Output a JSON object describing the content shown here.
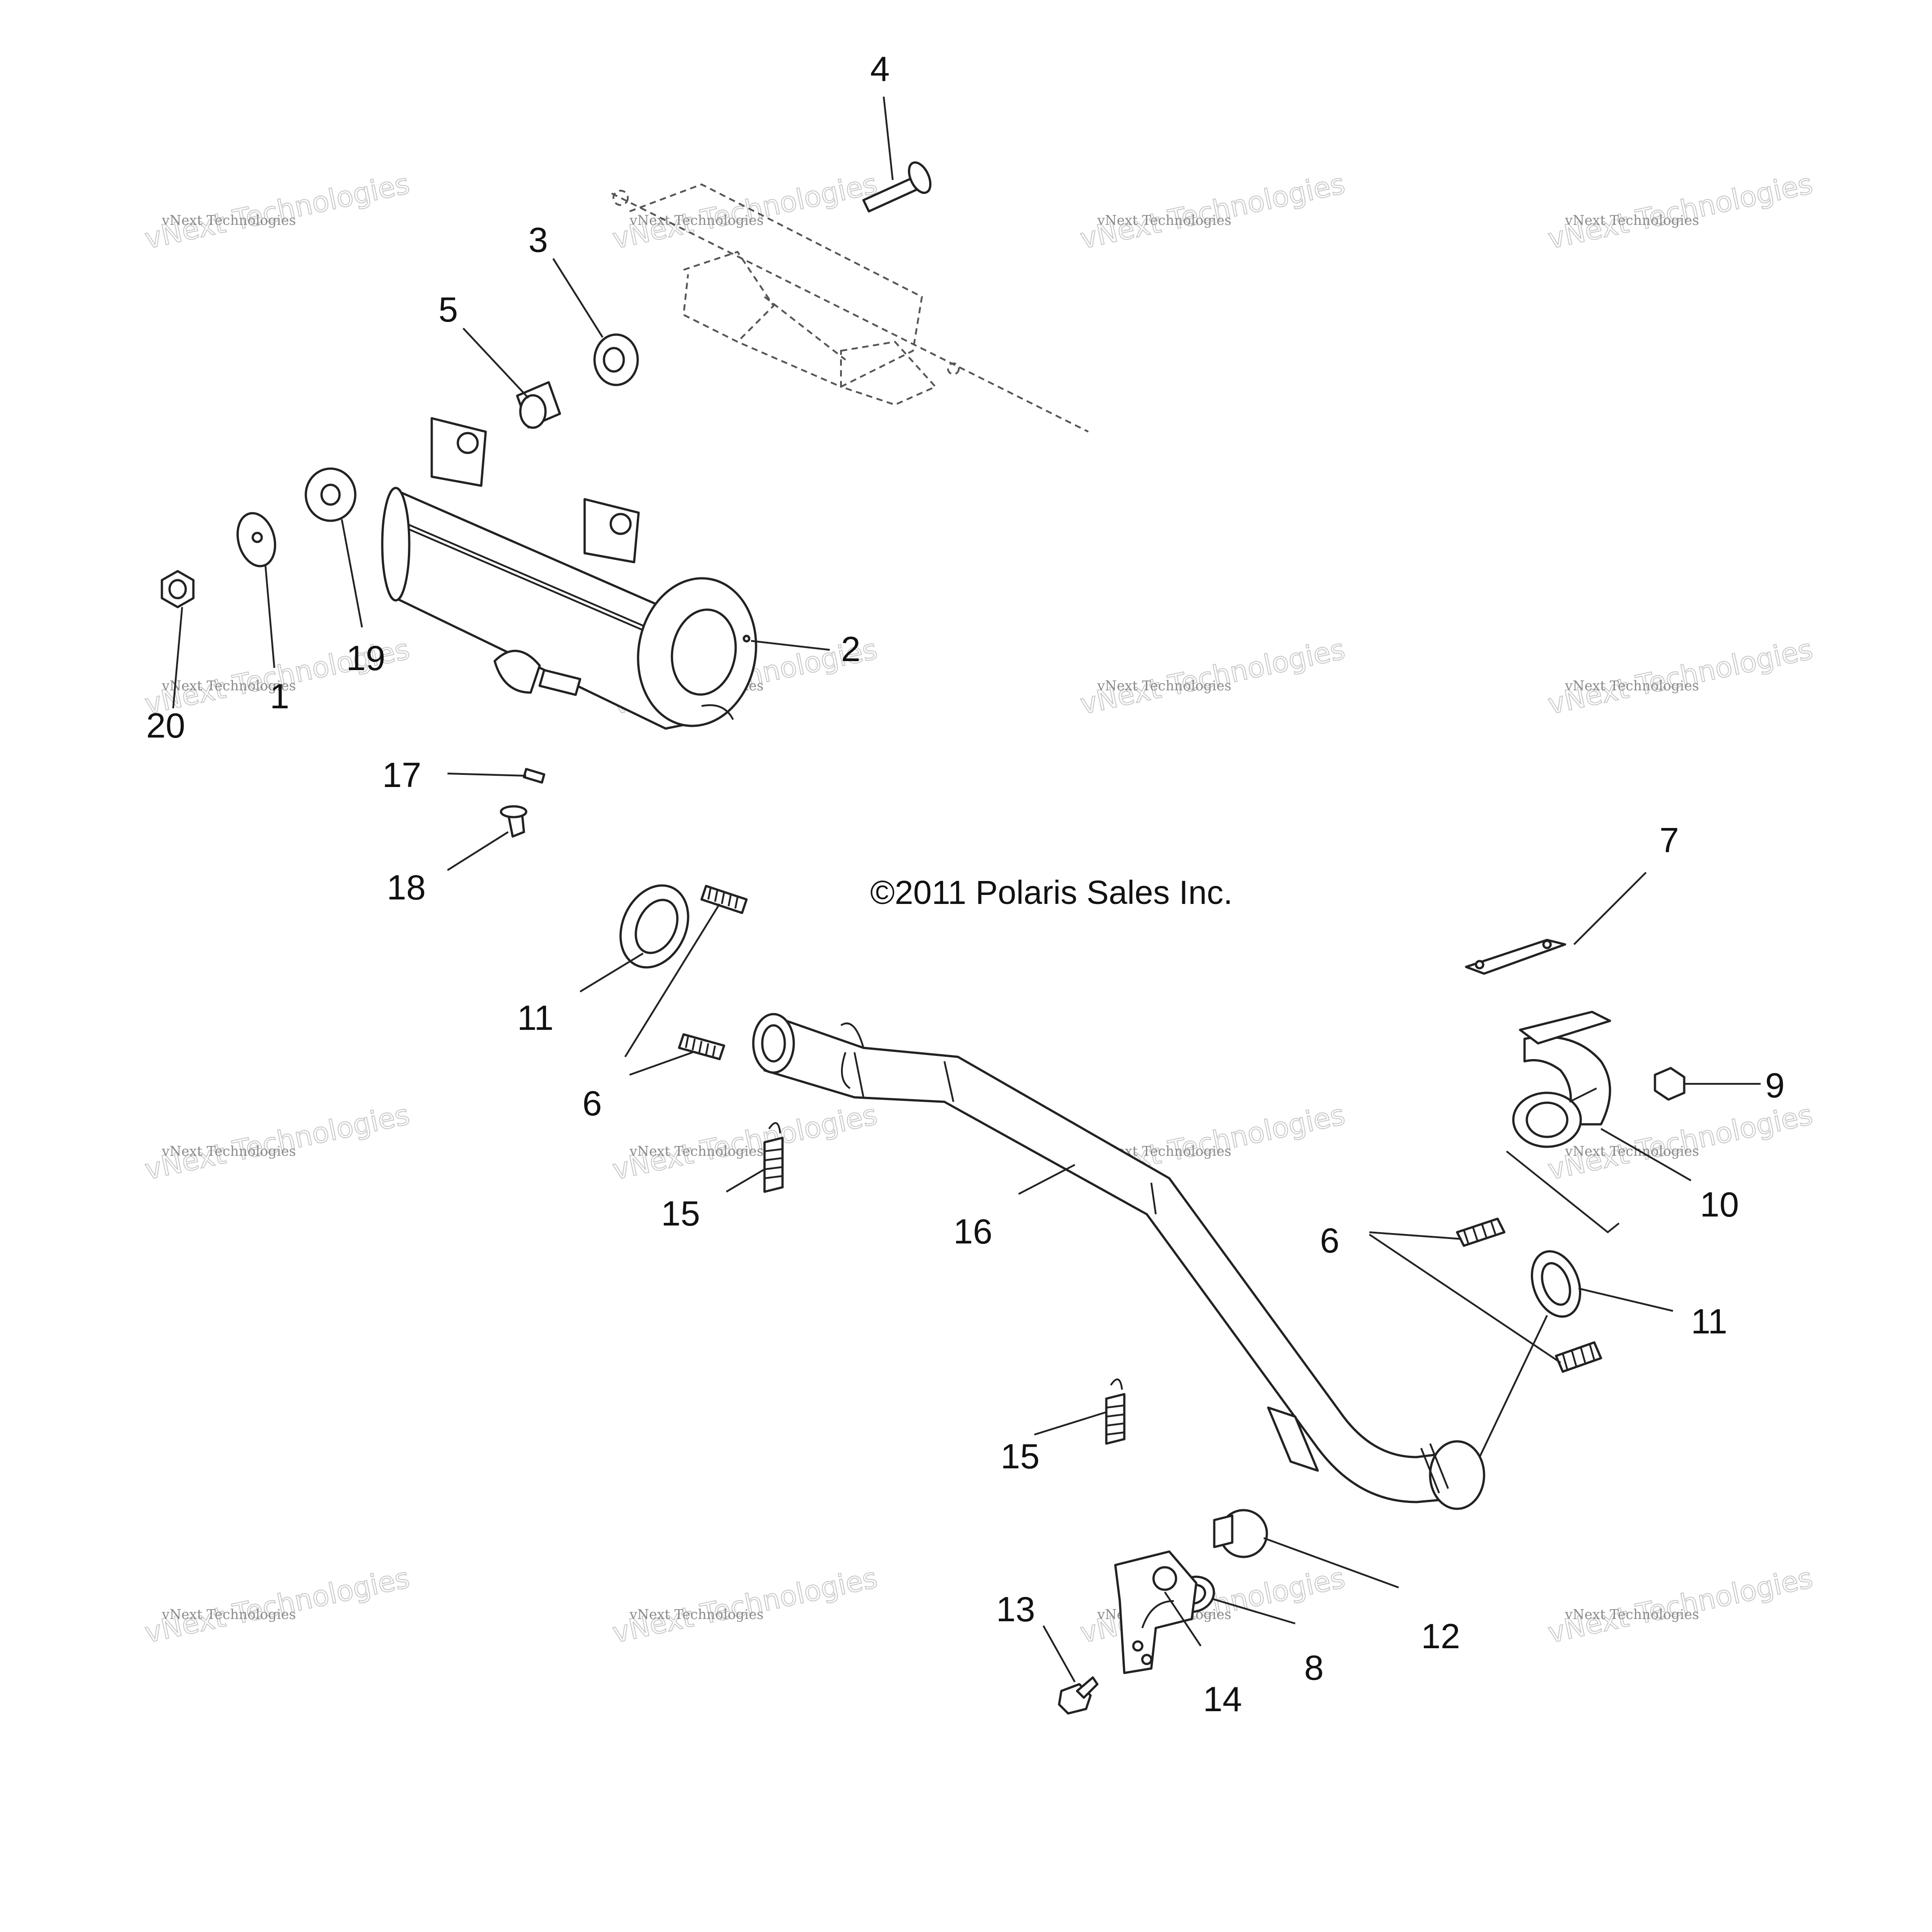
{
  "copyright": "©2011 Polaris Sales Inc.",
  "watermark": {
    "small": "vNext Technologies",
    "big": "vNext Technologies"
  },
  "callouts": {
    "c1": "1",
    "c2": "2",
    "c3": "3",
    "c4": "4",
    "c5": "5",
    "c6a": "6",
    "c6b": "6",
    "c7": "7",
    "c8": "8",
    "c9": "9",
    "c10": "10",
    "c11a": "11",
    "c11b": "11",
    "c12": "12",
    "c13": "13",
    "c14": "14",
    "c15a": "15",
    "c15b": "15",
    "c16": "16",
    "c17": "17",
    "c18": "18",
    "c19": "19",
    "c20": "20"
  }
}
